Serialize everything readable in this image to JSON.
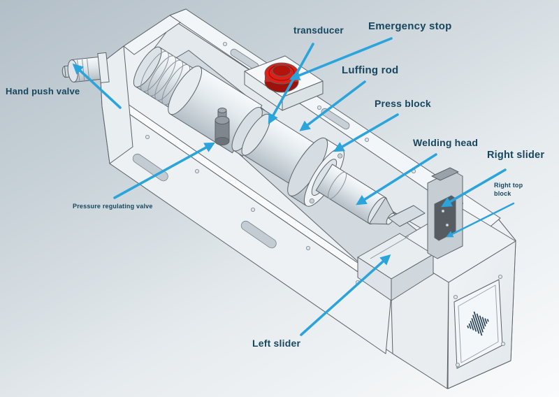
{
  "labels": {
    "transducer": "transducer",
    "emergency_stop": "Emergency stop",
    "luffing_rod": "Luffing rod",
    "press_block": "Press block",
    "welding_head": "Welding head",
    "right_slider": "Right slider",
    "right_top_block": "Right top block",
    "hand_push_valve": "Hand push valve",
    "pressure_regulating_valve": "Pressure regulating valve",
    "left_slider": "Left slider"
  },
  "colors": {
    "label_text": "#17465f",
    "arrow": "#2ba4dc",
    "estop_red": "#de2117"
  }
}
